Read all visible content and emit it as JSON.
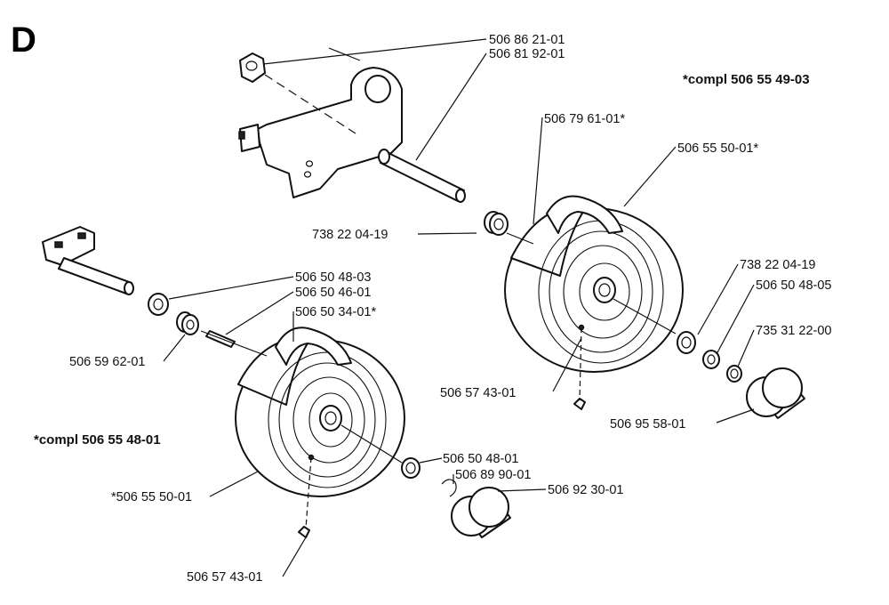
{
  "section_letter": "D",
  "assemblies": {
    "right": "*compl 506 55 49-03",
    "left": "*compl 506 55 48-01"
  },
  "labels": {
    "p1": "506 86 21-01",
    "p2": "506 81 92-01",
    "p3": "506 79 61-01*",
    "p4": "506 55 50-01*",
    "p5": "738 22 04-19",
    "p6": "738 22 04-19",
    "p7": "506 50 48-05",
    "p8": "735 31 22-00",
    "p9": "506 57 43-01",
    "p10": "506 95 58-01",
    "p11": "506 50 48-03",
    "p12": "506 50 46-01",
    "p13": "506 50 34-01*",
    "p14": "506 59 62-01",
    "p15": "506 50 48-01",
    "p16": "506 89 90-01",
    "p17": "506 92 30-01",
    "p18": "*506 55 50-01",
    "p19": "506 57 43-01"
  }
}
